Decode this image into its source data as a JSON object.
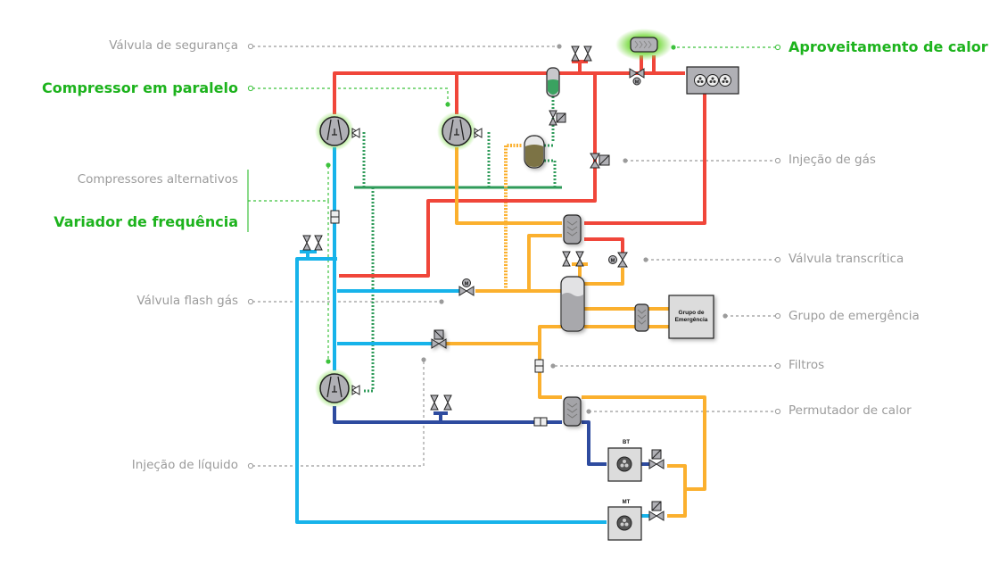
{
  "title": "Esquema de central de refrigeração CO2 transcrítica",
  "colors": {
    "highlight": "#1db31d",
    "label_gray": "#9b9b9b",
    "hot_gas": "#f0463a",
    "liquid_orange": "#fbb02e",
    "suction_mt": "#17b3ea",
    "suction_bt": "#2e4b9f",
    "oil_green": "#2f9b5a",
    "leader_gray": "#9b9b9b",
    "leader_green": "#3cc23c"
  },
  "labels_left": [
    {
      "id": "valvula-seguranca",
      "text": "Válvula de segurança",
      "highlight": false
    },
    {
      "id": "compressor-paralelo",
      "text": "Compressor em paralelo",
      "highlight": true
    },
    {
      "id": "compressores-alternativos",
      "text": "Compressores alternativos",
      "highlight": false
    },
    {
      "id": "variador-frequencia",
      "text": "Variador de frequência",
      "highlight": true
    },
    {
      "id": "valvula-flash-gas",
      "text": "Válvula flash gás",
      "highlight": false
    },
    {
      "id": "injecao-liquido",
      "text": "Injeção de líquido",
      "highlight": false
    }
  ],
  "labels_right": [
    {
      "id": "aproveitamento-calor",
      "text": "Aproveitamento de calor",
      "highlight": true
    },
    {
      "id": "injecao-gas",
      "text": "Injeção de gás",
      "highlight": false
    },
    {
      "id": "valvula-transcritica",
      "text": "Válvula transcrítica",
      "highlight": false
    },
    {
      "id": "grupo-emergencia",
      "text": "Grupo de emergência",
      "highlight": false
    },
    {
      "id": "filtros",
      "text": "Filtros",
      "highlight": false
    },
    {
      "id": "permutador-calor",
      "text": "Permutador de calor",
      "highlight": false
    }
  ],
  "components": {
    "emergency_unit": {
      "line1": "Grupo de",
      "line2": "Emergência"
    },
    "evaporator_bt": {
      "label": "BT"
    },
    "evaporator_mt": {
      "label": "MT"
    },
    "motor_symbol": "M"
  }
}
